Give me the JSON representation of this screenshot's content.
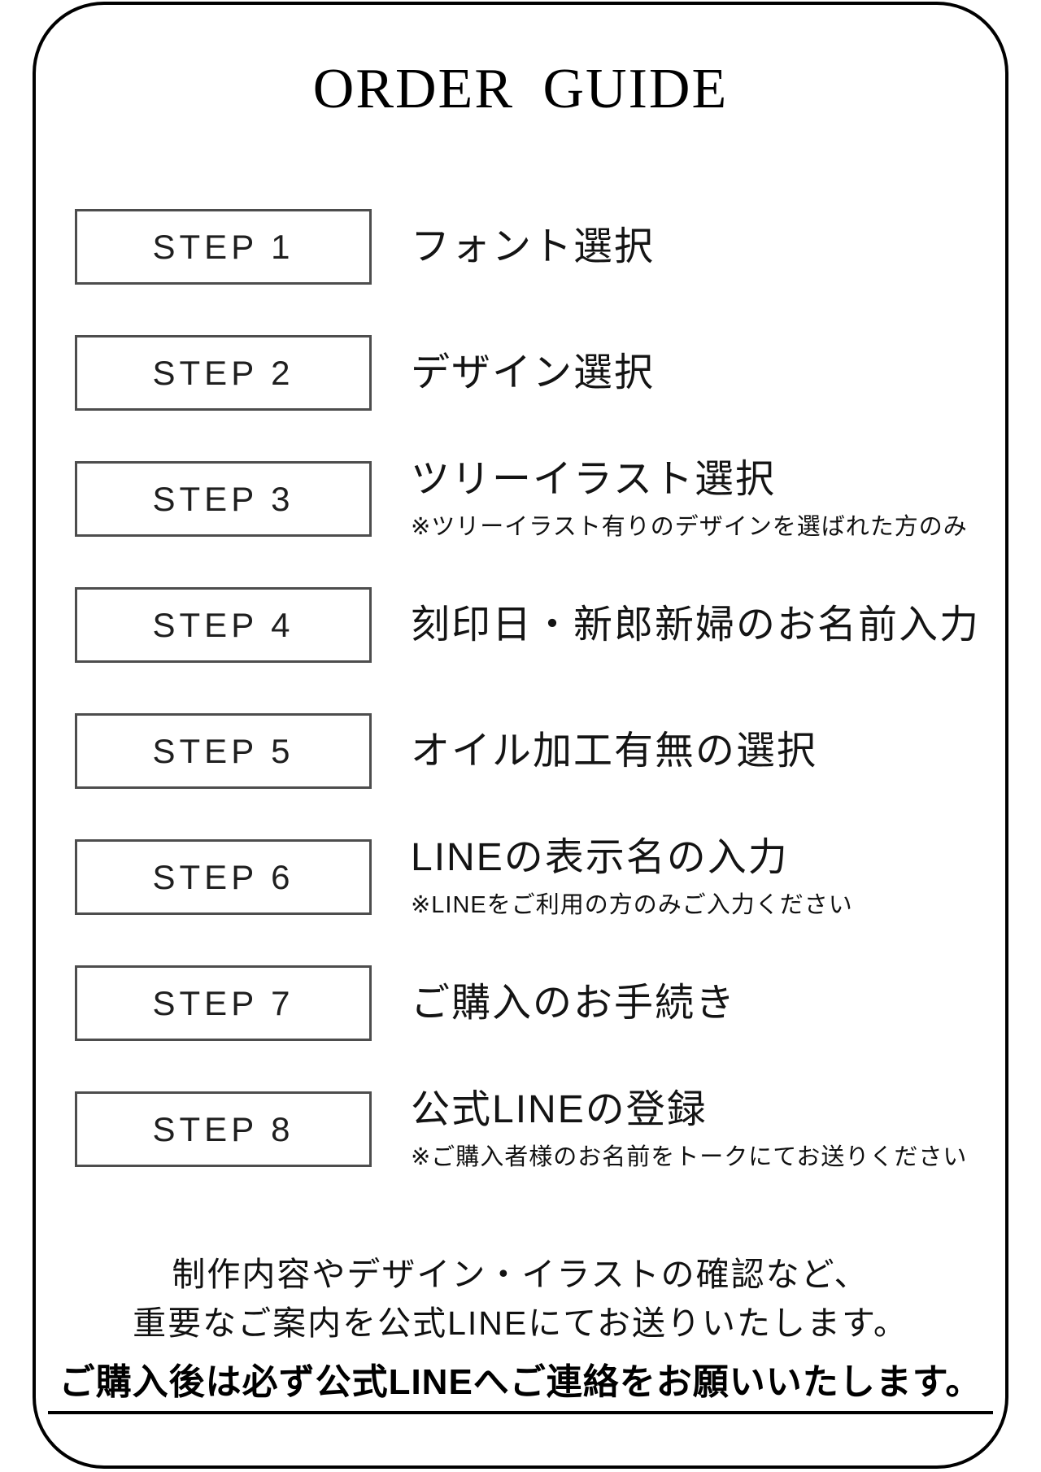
{
  "title": "ORDER GUIDE",
  "steps": [
    {
      "label": "STEP 1",
      "caption": "フォント選択"
    },
    {
      "label": "STEP 2",
      "caption": "デザイン選択"
    },
    {
      "label": "STEP 3",
      "caption": "ツリーイラスト選択",
      "note": "※ツリーイラスト有りのデザインを選ばれた方のみ"
    },
    {
      "label": "STEP 4",
      "caption": "刻印日・新郎新婦のお名前入力"
    },
    {
      "label": "STEP 5",
      "caption": "オイル加工有無の選択"
    },
    {
      "label": "STEP 6",
      "caption": "LINEの表示名の入力",
      "note": "※LINEをご利用の方のみご入力ください"
    },
    {
      "label": "STEP 7",
      "caption": "ご購入のお手続き"
    },
    {
      "label": "STEP 8",
      "caption": "公式LINEの登録",
      "note": "※ご購入者様のお名前をトークにてお送りください"
    }
  ],
  "footer": {
    "line1": "制作内容やデザイン・イラストの確認など、",
    "line2": "重要なご案内を公式LINEにてお送りいたします。",
    "line3": "ご購入後は必ず公式LINEへご連絡をお願いいたします。"
  },
  "colors": {
    "frame": "#000000",
    "box_border": "#4d4d4d",
    "text": "#111111"
  }
}
